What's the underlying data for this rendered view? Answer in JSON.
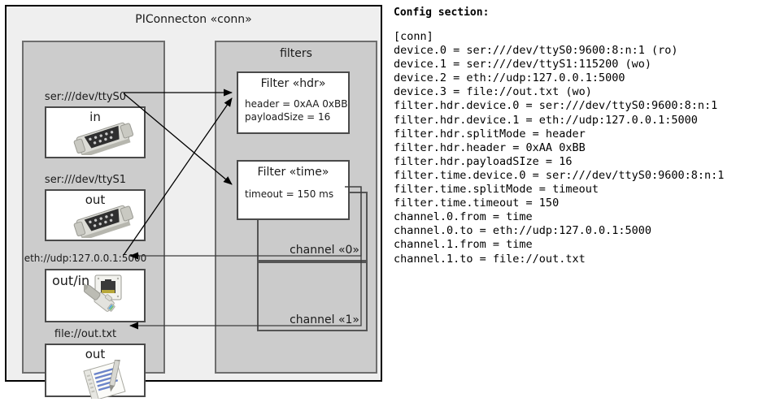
{
  "diagram": {
    "title": "PIConnecton «conn»",
    "panels": {
      "devices": {
        "title": "",
        "items": [
          {
            "label": "ser:///dev/ttyS0",
            "direction": "in",
            "icon": "serial-port-icon"
          },
          {
            "label": "ser:///dev/ttyS1",
            "direction": "out",
            "icon": "serial-port-icon"
          },
          {
            "label": "eth://udp:127.0.0.1:5000",
            "direction": "out/in",
            "icon": "ethernet-jack-icon"
          },
          {
            "label": "file://out.txt",
            "direction": "out",
            "icon": "text-file-icon"
          }
        ]
      },
      "filters": {
        "title": "filters",
        "items": [
          {
            "title": "Filter «hdr»",
            "props": [
              "header = 0xAA 0xBB",
              "payloadSize = 16"
            ]
          },
          {
            "title": "Filter «time»",
            "props": [
              "timeout = 150 ms"
            ]
          }
        ]
      },
      "channels": [
        {
          "label": "channel «0»"
        },
        {
          "label": "channel «1»"
        }
      ]
    },
    "colors": {
      "frame_bg": "#efefef",
      "panel_bg": "#cccccc",
      "panel_border": "#6e6e6e",
      "box_bg": "#ffffff",
      "box_border": "#4a4a4a",
      "wire": "#000000"
    }
  },
  "config": {
    "heading": "Config section:",
    "lines": [
      "[conn]",
      "device.0 = ser:///dev/ttyS0:9600:8:n:1 (ro)",
      "device.1 = ser:///dev/ttyS1:115200 (wo)",
      "device.2 = eth://udp:127.0.0.1:5000",
      "device.3 = file://out.txt (wo)",
      "filter.hdr.device.0 = ser:///dev/ttyS0:9600:8:n:1",
      "filter.hdr.device.1 = eth://udp:127.0.0.1:5000",
      "filter.hdr.splitMode = header",
      "filter.hdr.header = 0xAA 0xBB",
      "filter.hdr.payloadSIze = 16",
      "filter.time.device.0 = ser:///dev/ttyS0:9600:8:n:1",
      "filter.time.splitMode = timeout",
      "filter.time.timeout = 150",
      "channel.0.from = time",
      "channel.0.to = eth://udp:127.0.0.1:5000",
      "channel.1.from = time",
      "channel.1.to = file://out.txt"
    ]
  }
}
